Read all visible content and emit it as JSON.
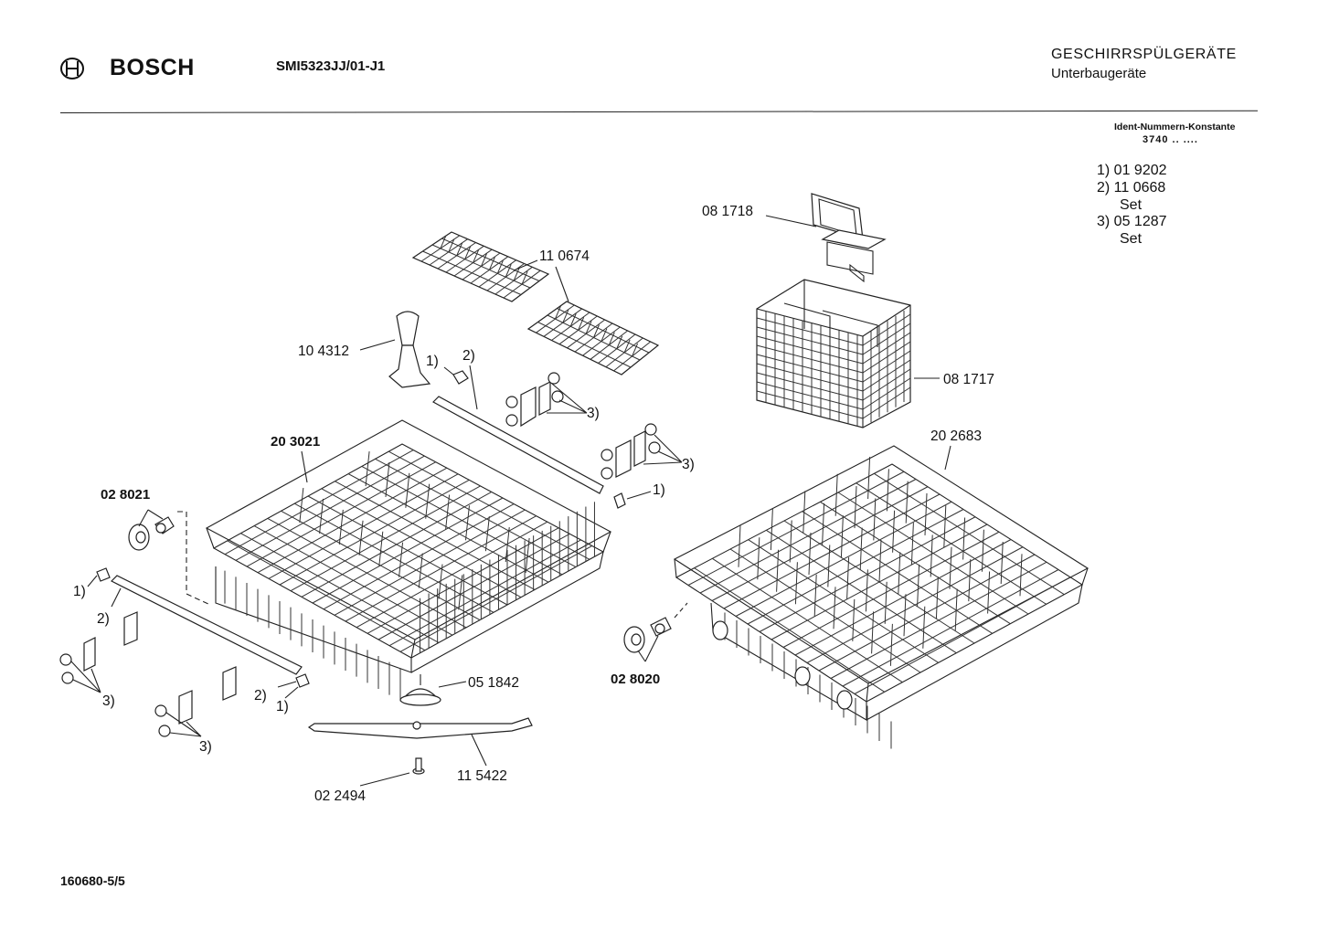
{
  "header": {
    "brand": "BOSCH",
    "model": "SMI5323JJ/01-J1",
    "category": "GESCHIRRSPÜLGERÄTE",
    "subcategory": "Unterbaugeräte",
    "logo_icon": "bosch-armature-logo"
  },
  "ident": {
    "title": "Ident-Nummern-Konstante",
    "value": "3740 .. ...."
  },
  "footnotes": [
    {
      "label": "1) 01 9202",
      "note": ""
    },
    {
      "label": "2) 11 0668",
      "note": "Set"
    },
    {
      "label": "3) 05 1287",
      "note": "Set"
    }
  ],
  "parts": {
    "p081718": "08 1718",
    "p110674": "11 0674",
    "p104312": "10 4312",
    "p081717": "08 1717",
    "p203021": "20 3021",
    "p202683": "20 2683",
    "p028021": "02 8021",
    "p028020": "02 8020",
    "p051842": "05 1842",
    "p115422": "11 5422",
    "p022494": "02 2494",
    "ref1": "1)",
    "ref2": "2)",
    "ref3": "3)"
  },
  "footer": {
    "doc_number": "160680-5/5"
  }
}
